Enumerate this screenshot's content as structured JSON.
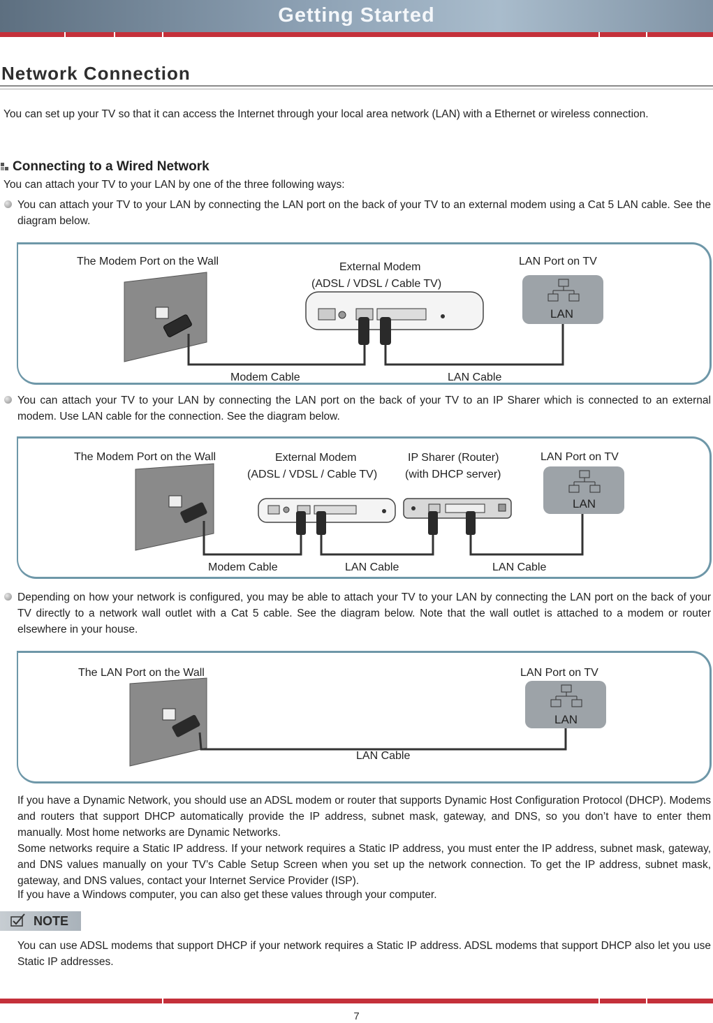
{
  "header": {
    "title": "Getting Started"
  },
  "section": {
    "title": "Network Connection"
  },
  "intro": "You can set up your TV so that it can access the Internet through your local area network (LAN) with a Ethernet or wireless connection.",
  "wired": {
    "title": "Connecting to a Wired Network",
    "lead": "You can attach your TV to your LAN by one of the three following ways:",
    "bullet1": "You can attach your TV to your LAN by connecting the LAN port on the back of your TV to an external modem using a Cat 5 LAN cable. See the diagram below.",
    "bullet2": "You can attach your TV to your LAN by connecting the LAN port on the back of your TV to an IP Sharer which is connected to an external modem. Use LAN cable for the connection. See the diagram below.",
    "bullet3": "Depending on how your network is configured, you may be able to attach your TV to your LAN by connecting the LAN port on the back of your TV directly to a network wall outlet with a Cat 5 cable. See the diagram below. Note that the  wall outlet is attached to a modem or router elsewhere in your house."
  },
  "diagram1": {
    "wall": "The Modem Port on the Wall",
    "modem_l1": "External Modem",
    "modem_l2": "(ADSL / VDSL / Cable TV)",
    "tv": "LAN Port on TV",
    "lan_badge": "LAN",
    "cable_a": "Modem Cable",
    "cable_b": "LAN Cable"
  },
  "diagram2": {
    "wall": "The Modem Port on the Wall",
    "modem_l1": "External Modem",
    "modem_l2": "(ADSL / VDSL / Cable TV)",
    "router_l1": "IP Sharer (Router)",
    "router_l2": "(with DHCP server)",
    "tv": "LAN Port on TV",
    "lan_badge": "LAN",
    "cable_a": "Modem Cable",
    "cable_b": "LAN Cable",
    "cable_c": "LAN Cable"
  },
  "diagram3": {
    "wall": "The LAN Port on the Wall",
    "tv": "LAN Port on TV",
    "lan_badge": "LAN",
    "cable": "LAN Cable"
  },
  "body": {
    "p1": "If you have a Dynamic Network, you should use an ADSL modem or router that supports Dynamic Host Configuration Protocol (DHCP). Modems and routers that support DHCP automatically provide the IP address, subnet mask, gateway, and DNS, so you don’t have to enter them manually. Most home networks are Dynamic Networks.",
    "p2": "Some networks require a Static IP address. If your network requires a Static IP address, you must enter the IP address, subnet mask, gateway, and DNS values manually on your TV’s Cable Setup Screen when you set up the network connection. To get the IP address, subnet mask, gateway, and DNS values, contact your Internet Service Provider (ISP).",
    "p3": "If you have a Windows computer, you can also get these values through your computer."
  },
  "note": {
    "label": "NOTE",
    "text": "You can use ADSL modems that support DHCP if your network requires a Static IP address. ADSL modems that support DHCP also let you use Static IP addresses."
  },
  "footer": {
    "page": "7"
  },
  "colors": {
    "header_band": "#8fa3b6",
    "accent_red": "#c4303a",
    "panel_border": "#6e97a8",
    "badge_gray": "#9da3a8"
  }
}
